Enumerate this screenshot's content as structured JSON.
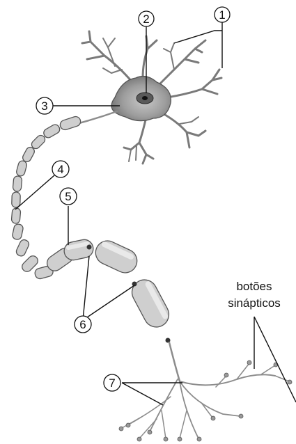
{
  "labels": {
    "n1": "1",
    "n2": "2",
    "n3": "3",
    "n4": "4",
    "n5": "5",
    "n6": "6",
    "n7": "7"
  },
  "synaptic_buttons": {
    "line1": "botões",
    "line2": "sinápticos"
  }
}
